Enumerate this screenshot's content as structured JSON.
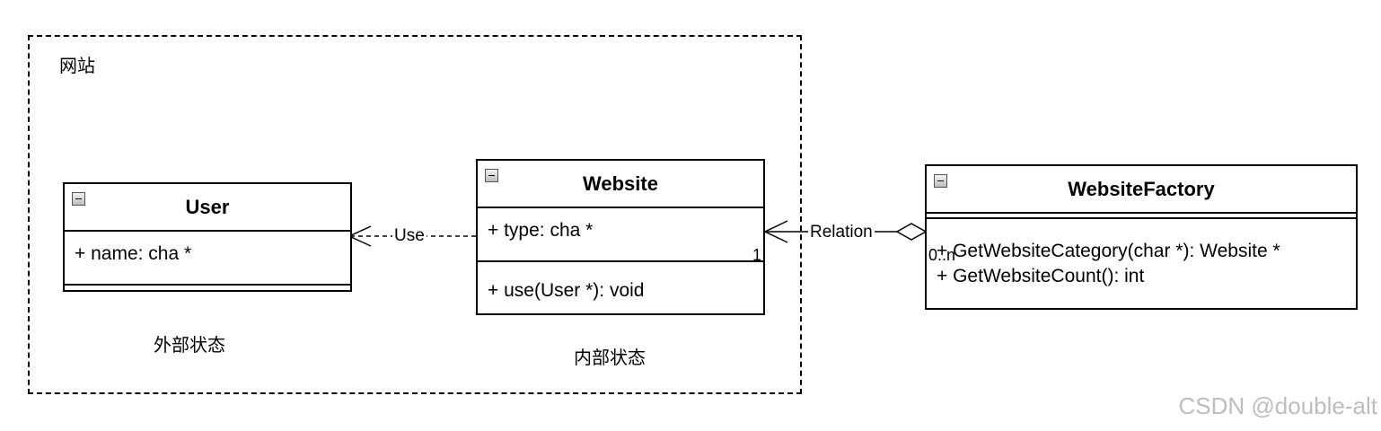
{
  "package": {
    "title": "网站"
  },
  "classes": {
    "user": {
      "name": "User",
      "attributes": [
        "+ name: cha *"
      ],
      "operations": []
    },
    "website": {
      "name": "Website",
      "attributes": [
        "+ type: cha *"
      ],
      "operations": [
        "+ use(User *): void"
      ]
    },
    "factory": {
      "name": "WebsiteFactory",
      "attributes": [],
      "operations": [
        "+ GetWebsiteCategory(char *): Website *",
        "+ GetWebsiteCount(): int"
      ]
    }
  },
  "captions": {
    "external_state": "外部状态",
    "internal_state": "内部状态"
  },
  "relations": {
    "use_label": "Use",
    "relation_label": "Relation",
    "relation_mult_website": "1",
    "relation_mult_factory": "0..n"
  },
  "watermark": "CSDN @double-alt",
  "colors": {
    "stroke": "#000000",
    "watermark": "#bdbdbd"
  }
}
